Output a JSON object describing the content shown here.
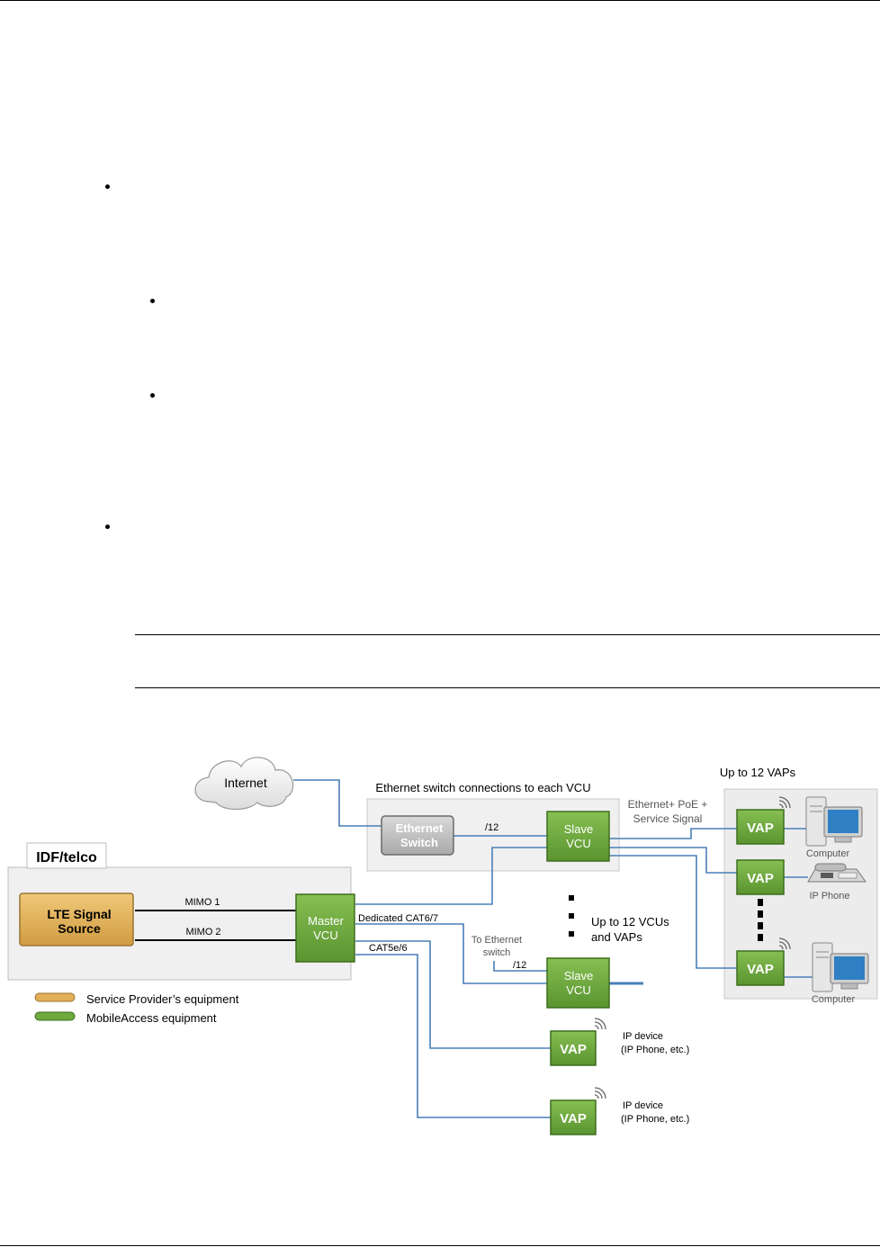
{
  "diagram": {
    "internet_label": "Internet",
    "idf_label": "IDF/telco",
    "eth_group_label": "Ethernet switch connections to each VCU",
    "vaps_group_label": "Up to 12 VAPs",
    "lte_label": [
      "LTE Signal",
      "Source"
    ],
    "master_vcu_label": [
      "Master",
      "VCU"
    ],
    "ethernet_switch_label": [
      "Ethernet",
      "Switch"
    ],
    "slave_vcu_label": [
      "Slave",
      "VCU"
    ],
    "vap_label": "VAP",
    "mimo1": "MIMO 1",
    "mimo2": "MIMO 2",
    "link_12_top": "/12",
    "link_12_bottom": "/12",
    "dedicated_cat": "Dedicated CAT6/7",
    "cat5": "CAT5e/6",
    "to_ethernet_switch": [
      "To Ethernet",
      "switch"
    ],
    "eth_poe_label": [
      "Ethernet+ PoE +",
      "Service Signal"
    ],
    "up_to_12_vcus": [
      "Up to 12 VCUs",
      "and VAPs"
    ],
    "computer_label": "Computer",
    "ip_phone_label": "IP Phone",
    "ip_device_label": [
      "IP device",
      "(IP Phone, etc.)"
    ],
    "legend": [
      {
        "label": "Service Provider’s equipment",
        "color": "#e2b05a"
      },
      {
        "label": "MobileAccess equipment",
        "color": "#6ea83e"
      }
    ],
    "colors": {
      "green": "#6ea83e",
      "green_dark": "#3f6e1f",
      "gold": "#e2b05a",
      "gold_dark": "#9a7430",
      "link_blue": "#4a7fb8",
      "panel": "#f0f0f0"
    }
  }
}
